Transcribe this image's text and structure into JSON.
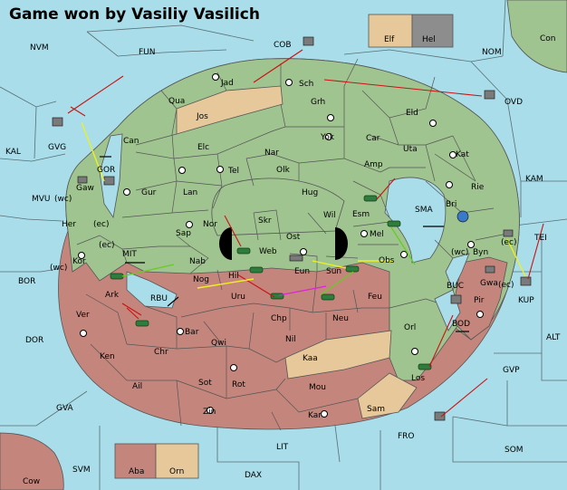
{
  "title": "Game won by Vasiliy Vasilich",
  "colors": {
    "sea": "#a8dde9",
    "green": "#9fc490",
    "red": "#c4867c",
    "tan": "#e6c89a",
    "gray": "#8d8d8d",
    "border": "#555555",
    "arrow_red": "#cc1111",
    "arrow_yellow": "#f0f020",
    "arrow_green": "#66cc22",
    "arrow_magenta": "#dd22dd"
  },
  "provinces": {
    "cob": "COB",
    "nvm": "NVM",
    "fun": "FUN",
    "nom": "NOM",
    "con": "Con",
    "elf": "Elf",
    "hel": "Hel",
    "ovd": "OVD",
    "kal": "KAL",
    "gvg": "GVG",
    "gor": "GOR",
    "gaw": "Gaw",
    "kam": "KAM",
    "mvu": "MVU",
    "her": "Her",
    "wc": "(wc)",
    "ec": "(ec)",
    "kor": "Kor",
    "mit": "MIT",
    "bor": "BOR",
    "ark": "Ark",
    "ver": "Ver",
    "dor": "DOR",
    "ken": "Ken",
    "chr": "Chr",
    "ail": "Ail",
    "gva": "GVA",
    "svm": "SVM",
    "cow": "Cow",
    "aba": "Aba",
    "orn": "Orn",
    "dax": "DAX",
    "lit": "LIT",
    "zin": "Zin",
    "kar": "Kar",
    "sam": "Sam",
    "fro": "FRO",
    "som": "SOM",
    "gvp": "GVP",
    "alt": "ALT",
    "kup": "KUP",
    "tei": "TEI",
    "buc": "BUC",
    "bod": "BOD",
    "pir": "Pir",
    "gwa": "Gwa",
    "byn": "Byn",
    "rie": "Rie",
    "kat": "Kat",
    "bri": "Bri",
    "sma": "SMA",
    "uta": "Uta",
    "eld": "Eld",
    "car": "Car",
    "amp": "Amp",
    "esm": "Esm",
    "mel": "Mel",
    "obs": "Obs",
    "orl": "Orl",
    "los": "Los",
    "jad": "Jad",
    "sch": "Sch",
    "qua": "Qua",
    "jos": "Jos",
    "grh": "Grh",
    "can": "Can",
    "elc": "Elc",
    "nar": "Nar",
    "yok": "Yok",
    "tel": "Tel",
    "olk": "Olk",
    "gur": "Gur",
    "lan": "Lan",
    "hug": "Hug",
    "nor": "Nor",
    "wil": "Wil",
    "skr": "Skr",
    "sap": "Sap",
    "ost": "Ost",
    "web": "Web",
    "eun": "Eun",
    "sun": "Sun",
    "nab": "Nab",
    "nog": "Nog",
    "hil": "Hil",
    "rbu": "RBU",
    "uru": "Uru",
    "feu": "Feu",
    "chp": "Chp",
    "neu": "Neu",
    "bar": "Bar",
    "qwi": "Qwi",
    "nil": "Nil",
    "kaa": "Kaa",
    "sot": "Sot",
    "rot": "Rot",
    "mou": "Mou"
  }
}
